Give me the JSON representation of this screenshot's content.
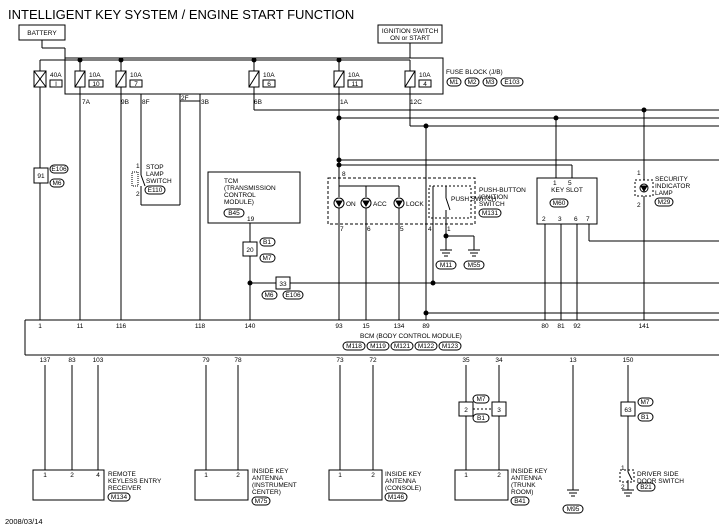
{
  "title": "INTELLIGENT KEY SYSTEM / ENGINE START FUNCTION",
  "date": "2008/03/14",
  "battery": "BATTERY",
  "ignition": [
    "IGNITION SWITCH",
    "ON or START"
  ],
  "fuse_block": {
    "label": "FUSE BLOCK (J/B)",
    "connectors": [
      "M1",
      "M2",
      "M3",
      "E103"
    ],
    "fuses": [
      {
        "rating": "40A",
        "num": "I"
      },
      {
        "rating": "10A",
        "num": "10"
      },
      {
        "rating": "10A",
        "num": "7"
      },
      {
        "rating": "10A",
        "num": "6"
      },
      {
        "rating": "10A",
        "num": "11"
      },
      {
        "rating": "10A",
        "num": "4"
      }
    ],
    "pins": [
      "7A",
      "9B",
      "8F",
      "2F",
      "3B",
      "6B",
      "1A",
      "12C"
    ]
  },
  "joint": {
    "num": "91",
    "codes": [
      "E106",
      "M6"
    ]
  },
  "stop_lamp": {
    "lines": [
      "STOP",
      "LAMP",
      "SWITCH"
    ],
    "pins": [
      "1",
      "2"
    ],
    "code": "E110"
  },
  "tcm": {
    "lines": [
      "TCM",
      "(TRANSMISSION",
      "CONTROL",
      "MODULE)"
    ],
    "code": "B45",
    "pin": "19"
  },
  "conn20": {
    "num": "20",
    "codes": [
      "B1",
      "M7"
    ]
  },
  "conn33": {
    "num": "33",
    "codes": [
      "M6",
      "E106"
    ]
  },
  "push_switch": {
    "lines": [
      "PUSH-BUTTON",
      "IGNITION",
      "SWITCH"
    ],
    "code": "M131",
    "lamps": [
      "ON",
      "ACC",
      "LOCK"
    ],
    "switch": "PUSH SWITCH",
    "top_pin": "8",
    "bottom_pins": [
      "7",
      "6",
      "5",
      "4",
      "1"
    ],
    "grounds": [
      "M11",
      "M55"
    ]
  },
  "key_slot": {
    "label": "KEY SLOT",
    "code": "M60",
    "top_pins": [
      "1",
      "5"
    ],
    "bottom_pins": [
      "2",
      "3",
      "6",
      "7"
    ]
  },
  "security_lamp": {
    "lines": [
      "SECURITY",
      "INDICATOR",
      "LAMP"
    ],
    "code": "M29",
    "pins": [
      "1",
      "2"
    ]
  },
  "bcm": {
    "label": "BCM (BODY CONTROL MODULE)",
    "connectors": [
      "M118",
      "M119",
      "M121",
      "M122",
      "M123"
    ],
    "top_pins": [
      "1",
      "11",
      "116",
      "118",
      "140",
      "93",
      "15",
      "134",
      "89",
      "80",
      "81",
      "92",
      "141"
    ],
    "bottom_pins": [
      "137",
      "83",
      "103",
      "79",
      "78",
      "73",
      "72",
      "35",
      "34",
      "13",
      "150"
    ]
  },
  "trunk_conn": {
    "left": "2",
    "right": "3",
    "codes": [
      "M7",
      "B1"
    ]
  },
  "door_conn": {
    "num": "63",
    "codes": [
      "M7",
      "B1"
    ]
  },
  "m95": "M95",
  "components": [
    {
      "lines": [
        "REMOTE",
        "KEYLESS ENTRY",
        "RECEIVER"
      ],
      "code": "M134",
      "pins": [
        "1",
        "2",
        "4"
      ]
    },
    {
      "lines": [
        "INSIDE KEY",
        "ANTENNA",
        "(INSTRUMENT",
        "CENTER)"
      ],
      "code": "M75",
      "pins": [
        "1",
        "2"
      ]
    },
    {
      "lines": [
        "INSIDE KEY",
        "ANTENNA",
        "(CONSOLE)"
      ],
      "code": "M146",
      "pins": [
        "1",
        "2"
      ]
    },
    {
      "lines": [
        "INSIDE KEY",
        "ANTENNA",
        "(TRUNK",
        "ROOM)"
      ],
      "code": "B41",
      "pins": [
        "1",
        "2"
      ]
    },
    {
      "lines": [
        "DRIVER SIDE",
        "DOOR SWITCH"
      ],
      "code": "B21",
      "pins": [
        "1",
        "2"
      ]
    }
  ]
}
